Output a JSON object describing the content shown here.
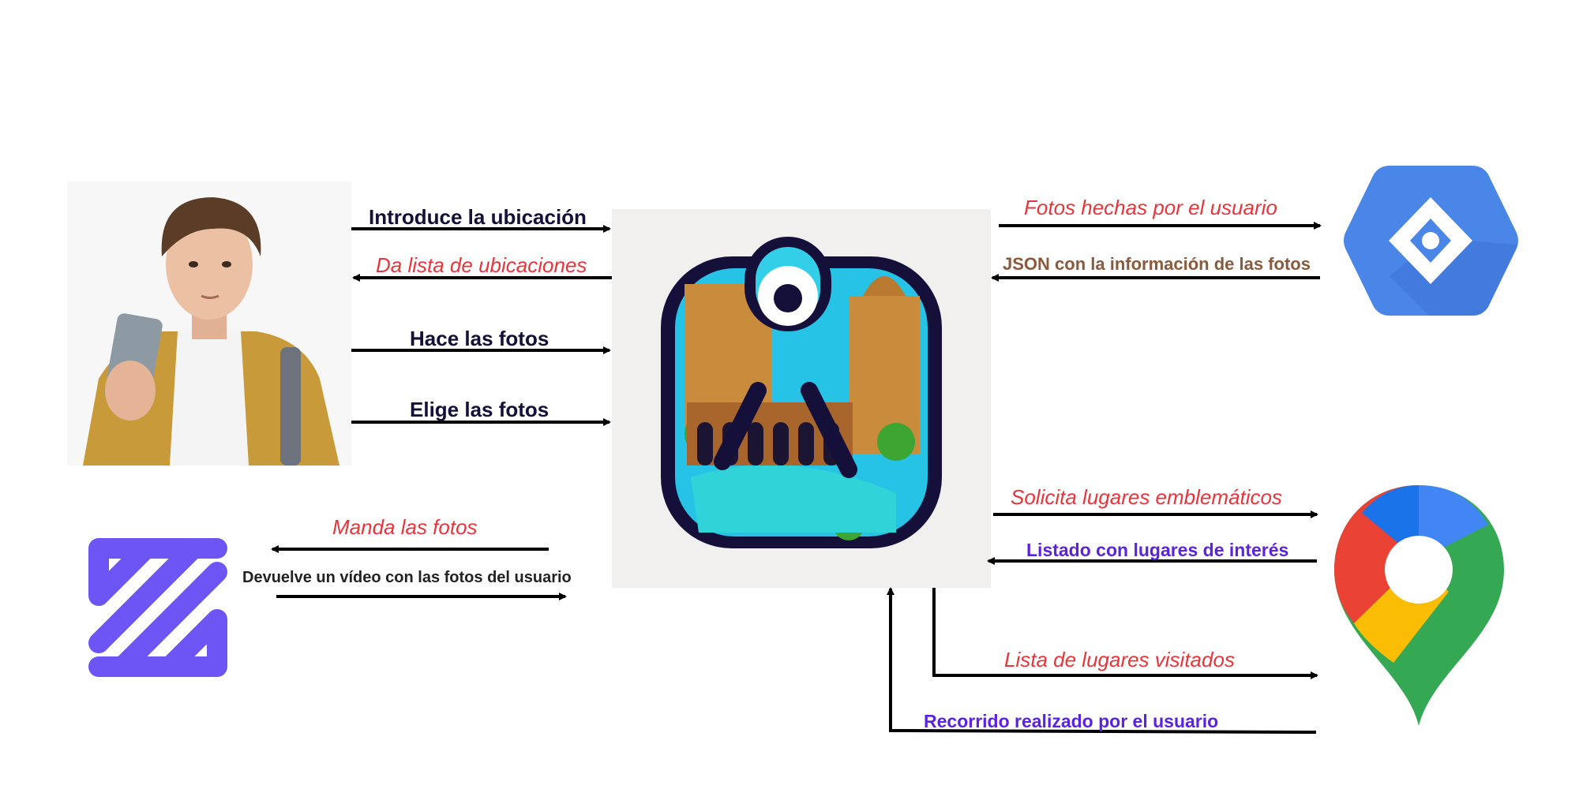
{
  "user": {
    "icon": "user-with-phone-icon"
  },
  "app": {
    "icon": "app-logo-icon"
  },
  "vision": {
    "icon": "google-cloud-vision-icon",
    "color": "#4a86e8"
  },
  "maps": {
    "icon": "google-maps-pin-icon"
  },
  "video": {
    "icon": "video-service-icon",
    "color": "#6d55f5"
  },
  "flows": {
    "introduce": "Introduce la ubicación",
    "lista_ubicaciones": "Da lista de ubicaciones",
    "hace_fotos": "Hace las fotos",
    "elige_fotos": "Elige las fotos",
    "fotos_usuario": "Fotos hechas por el usuario",
    "json_info": "JSON con la información de las fotos",
    "solicita": "Solicita lugares emblemáticos",
    "listado": "Listado con lugares de interés",
    "lista_visitados": "Lista de lugares visitados",
    "recorrido": "Recorrido realizado por el usuario",
    "manda_fotos": "Manda las fotos",
    "devuelve_video": "Devuelve un vídeo con las fotos del usuario"
  }
}
